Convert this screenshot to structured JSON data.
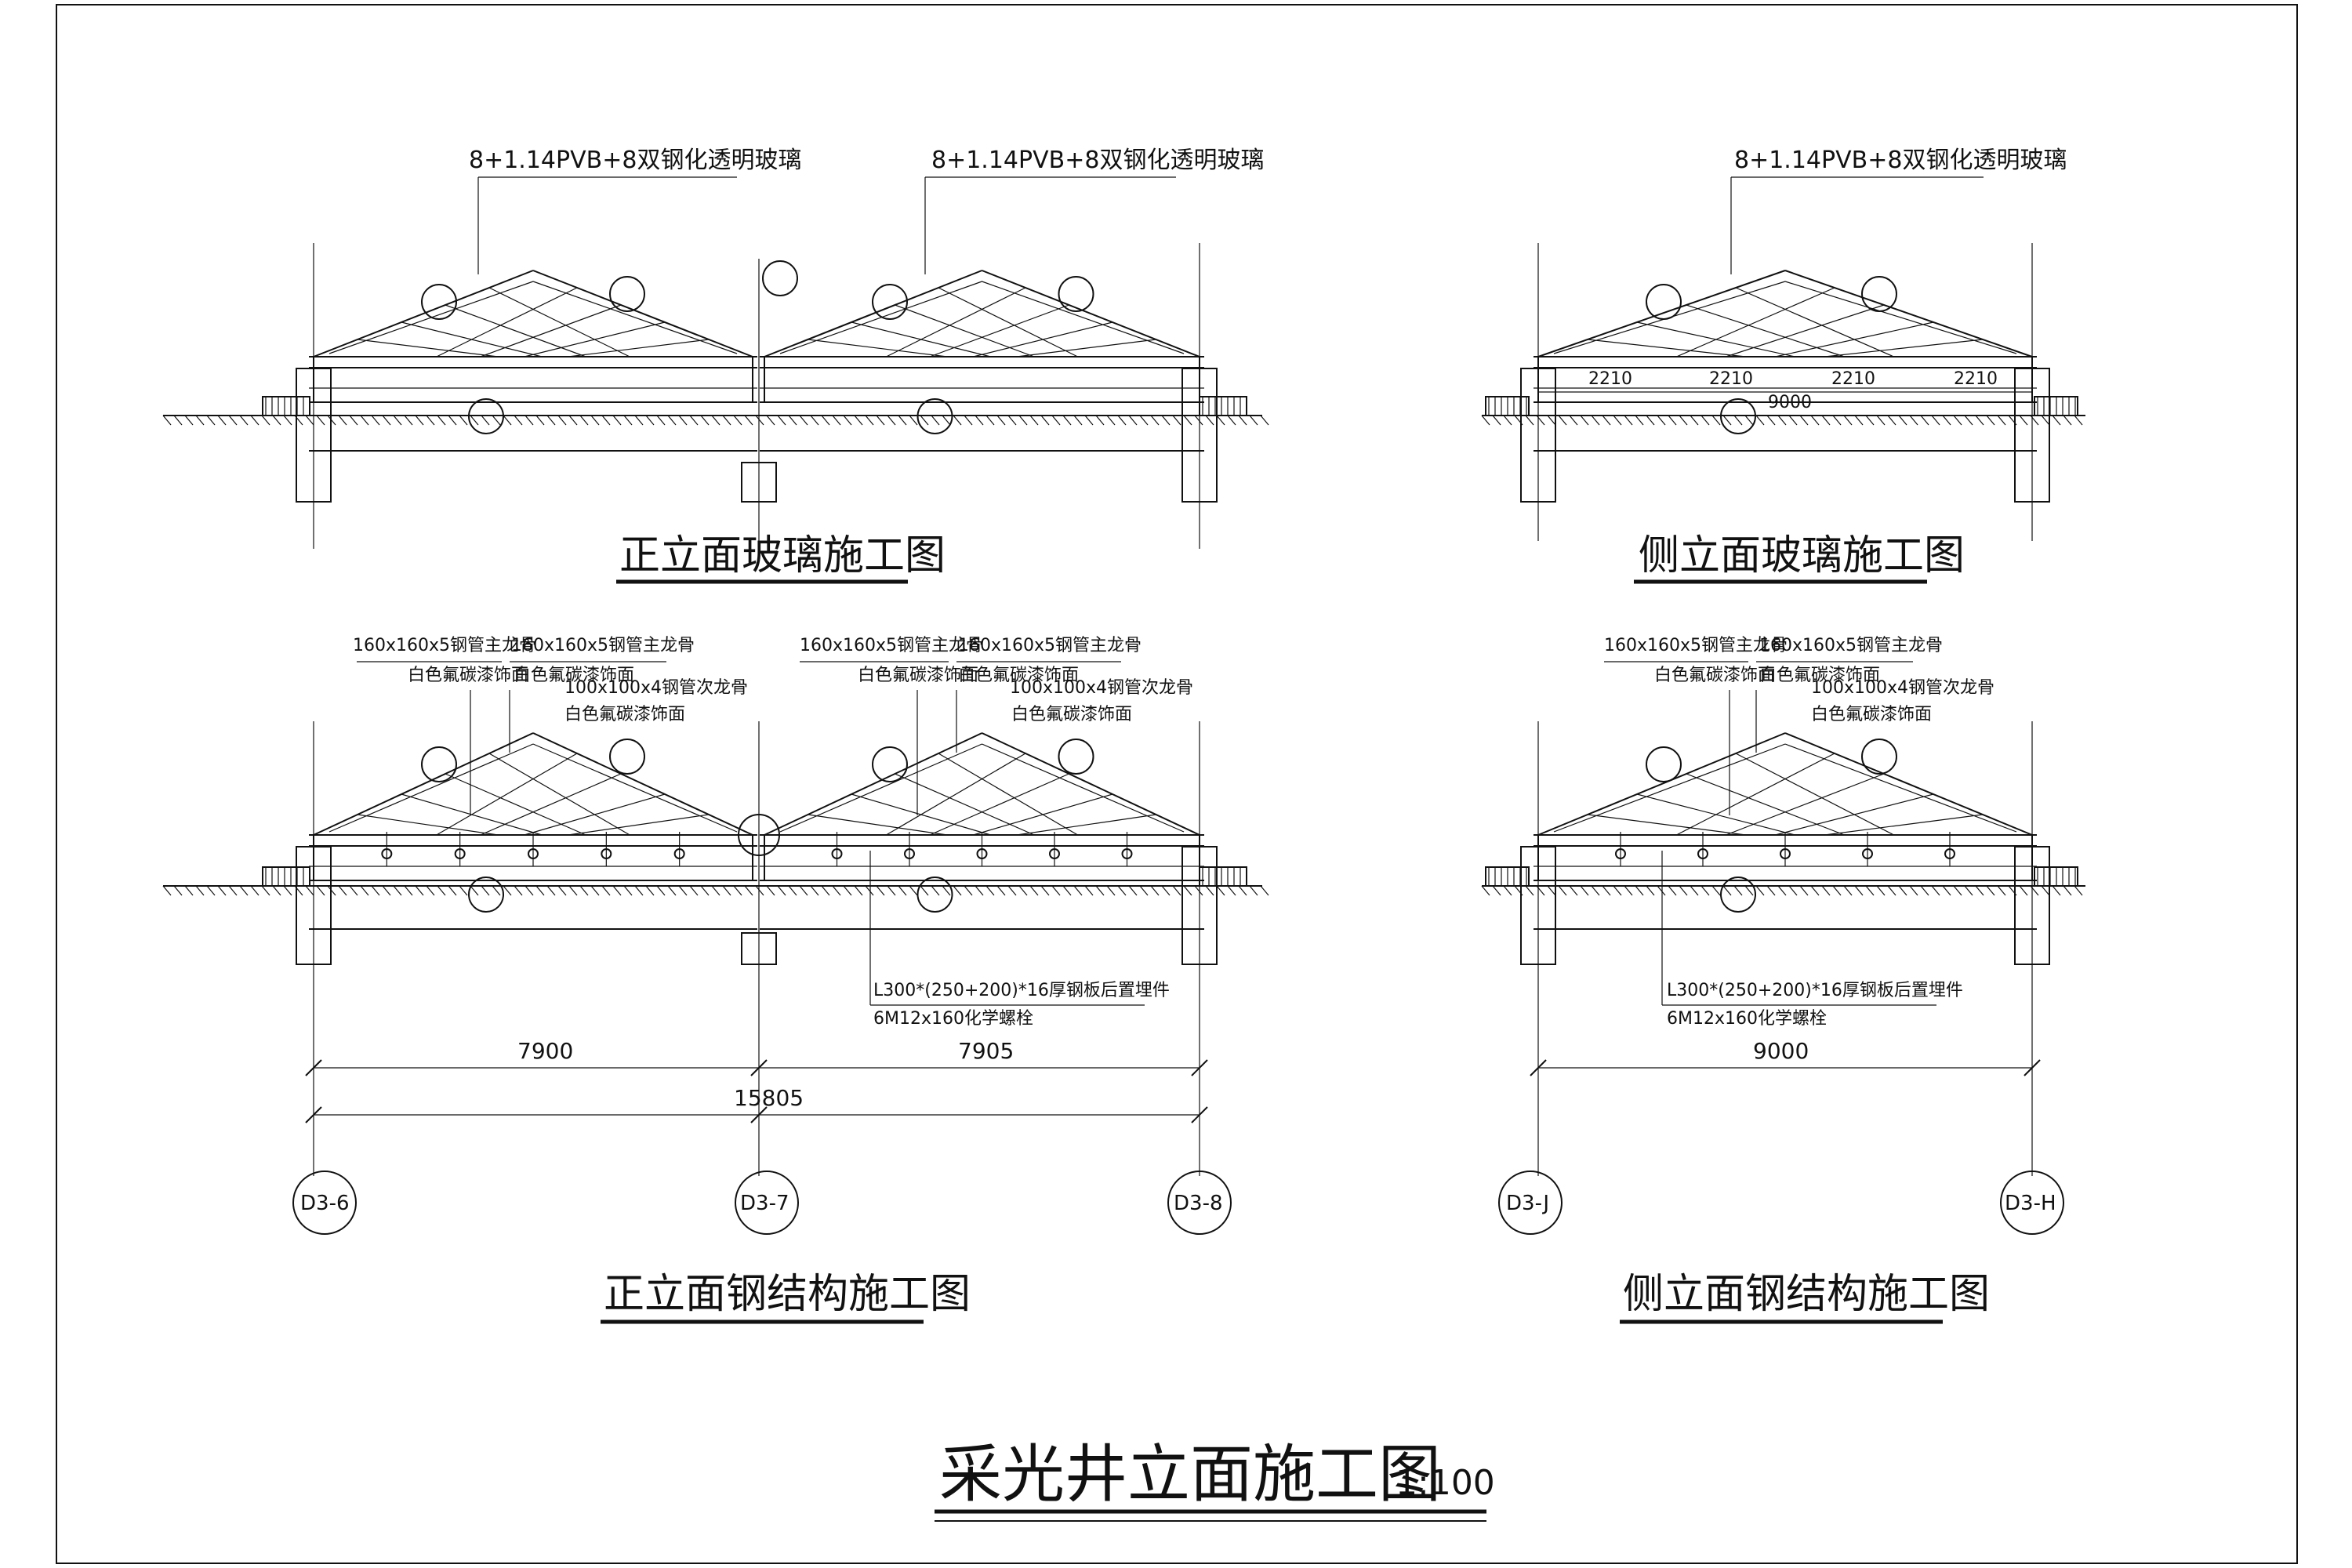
{
  "drawing": {
    "main_title": "采光井立面施工图",
    "scale": "1:100"
  },
  "views": {
    "front_glass": {
      "title": "正立面玻璃施工图",
      "glass_labels": [
        "8+1.14PVB+8双钢化透明玻璃",
        "8+1.14PVB+8双钢化透明玻璃"
      ]
    },
    "side_glass": {
      "title": "侧立面玻璃施工图",
      "glass_label": "8+1.14PVB+8双钢化透明玻璃",
      "panel_dims": [
        "2210",
        "2210",
        "2210",
        "2210"
      ],
      "total_dim": "9000"
    },
    "front_steel": {
      "title": "正立面钢结构施工图",
      "notes_left": [
        "160x160x5钢管主龙骨",
        "白色氟碳漆饰面",
        "160x160x5钢管主龙骨",
        "白色氟碳漆饰面",
        "100x100x4钢管次龙骨",
        "白色氟碳漆饰面"
      ],
      "notes_right": [
        "160x160x5钢管主龙骨",
        "白色氟碳漆饰面",
        "160x160x5钢管主龙骨",
        "白色氟碳漆饰面",
        "100x100x4钢管次龙骨",
        "白色氟碳漆饰面"
      ],
      "embed_note": "L300*(250+200)*16厚钢板后置埋件",
      "bolt_note": "6M12x160化学螺栓",
      "dims": [
        "7900",
        "7905"
      ],
      "total_dim": "15805",
      "axes": [
        "D3-6",
        "D3-7",
        "D3-8"
      ]
    },
    "side_steel": {
      "title": "侧立面钢结构施工图",
      "notes": [
        "160x160x5钢管主龙骨",
        "白色氟碳漆饰面",
        "160x160x5钢管主龙骨",
        "白色氟碳漆饰面",
        "100x100x4钢管次龙骨",
        "白色氟碳漆饰面"
      ],
      "embed_note": "L300*(250+200)*16厚钢板后置埋件",
      "bolt_note": "6M12x160化学螺栓",
      "dim": "9000",
      "axes": [
        "D3-J",
        "D3-H"
      ]
    }
  }
}
